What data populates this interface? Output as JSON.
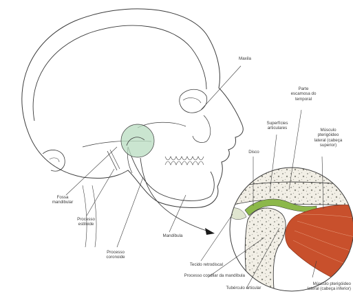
{
  "labels": {
    "maxila": "Maxila",
    "parte_escamosa": "Parte\nescamosa do\ntemporal",
    "superficies": "Superfícies\narticulares",
    "musculo_superior": "Músculo\npterigóideo\nlateral (cabeça\nsuperior)",
    "disco": "Disco",
    "fossa": "Fossa\nmandibular",
    "estiloide": "Processo\nestiloide",
    "coronoide": "Processo\ncoronoide",
    "mandibula": "Mandíbula",
    "tecido": "Tecido retrodiscal",
    "condilar": "Processo condilar da mandíbula",
    "tuberculo": "Tubérculo articular",
    "musculo_inferior": "Músculo pterigóideo\nlateral (cabeça inferior)"
  },
  "colors": {
    "line": "#3a3a3a",
    "highlight": "#b8dcc0",
    "disc": "#8cb84a",
    "muscle": "#c8502c",
    "bone": "#f2efe6"
  }
}
